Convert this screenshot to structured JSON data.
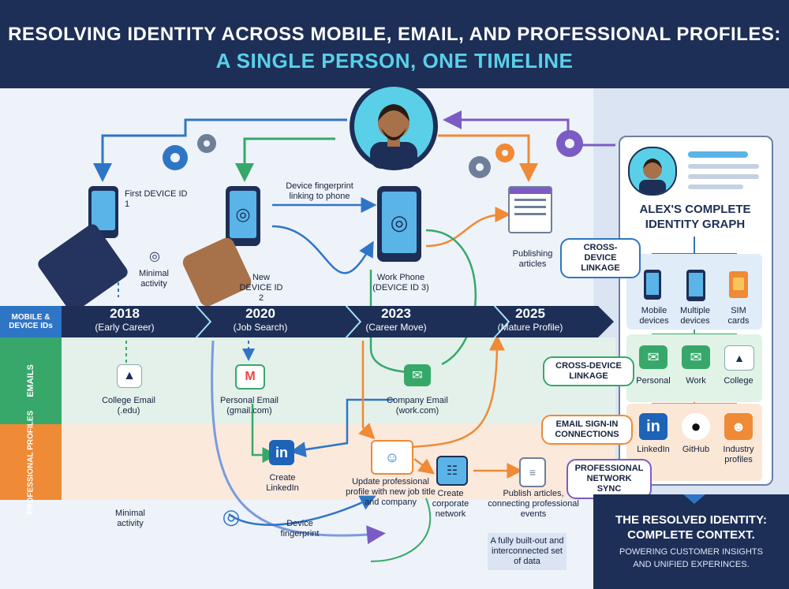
{
  "header": {
    "title_line1": "RESOLVING IDENTITY ACROSS MOBILE, EMAIL, AND PROFESSIONAL PROFILES:",
    "title_line2": "A SINGLE PERSON, ONE TIMELINE"
  },
  "lanes": {
    "mobile": "MOBILE & DEVICE IDs",
    "emails": "EMAILS",
    "professional": "PROFESSIONAL PROFILES"
  },
  "timeline": [
    {
      "year": "2018",
      "label": "(Early Career)"
    },
    {
      "year": "2020",
      "label": "(Job Search)"
    },
    {
      "year": "2023",
      "label": "(Career Move)"
    },
    {
      "year": "2025",
      "label": "(Mature Profile)"
    }
  ],
  "mobile": {
    "device1": "First DEVICE ID 1",
    "minimal_activity": "Minimal activity",
    "device2": "New DEVICE ID 2",
    "fingerprint_link": "Device fingerprint linking to phone",
    "device3": "Work Phone (DEVICE ID 3)",
    "publishing": "Publishing articles"
  },
  "emails": {
    "college": "College Email (.edu)",
    "personal": "Personal Email (gmail.com)",
    "company": "Company Email (work.com)"
  },
  "professional": {
    "minimal_activity": "Minimal activity",
    "create_linkedin": "Create LinkedIn",
    "update_profile": "Update professional profile with new job title and company",
    "corporate_network": "Create corporate network",
    "publish": "Publish articles, connecting professional events",
    "device_fingerprint": "Device fingerprint",
    "dataset_note": "A fully built-out and interconnected set of data"
  },
  "graph": {
    "title": "ALEX'S COMPLETE IDENTITY GRAPH",
    "callout1": "CROSS-DEVICE LINKAGE",
    "callout2": "CROSS-DEVICE LINKAGE",
    "callout3": "EMAIL SIGN-IN CONNECTIONS",
    "callout4": "PROFESSIONAL NETWORK SYNC",
    "devices": [
      "Mobile devices",
      "Multiple devices",
      "SIM cards"
    ],
    "emails": [
      "Personal",
      "Work",
      "College"
    ],
    "profiles": [
      "LinkedIn",
      "GitHub",
      "Industry profiles"
    ]
  },
  "bottom": {
    "line1": "THE RESOLVED IDENTITY:",
    "line2": "COMPLETE CONTEXT.",
    "line3": "POWERING CUSTOMER INSIGHTS",
    "line4": "AND UNIFIED EXPERINCES."
  },
  "colors": {
    "navy": "#1d2f57",
    "blue": "#2f75c6",
    "green": "#37a86a",
    "orange": "#ef8a36",
    "purple": "#7b5cc4",
    "teal": "#5ad0e8"
  }
}
